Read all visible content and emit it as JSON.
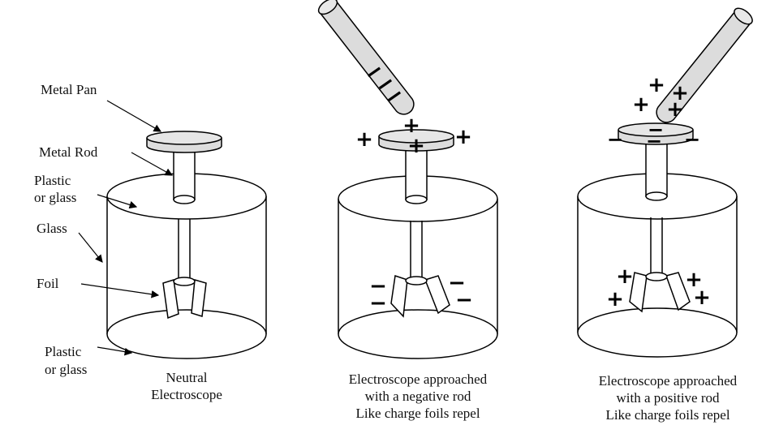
{
  "labels": {
    "metal_pan": "Metal Pan",
    "metal_rod": "Metal Rod",
    "plastic_top": [
      "Plastic",
      "or glass"
    ],
    "glass": "Glass",
    "foil": "Foil",
    "plastic_bottom": [
      "Plastic",
      "or glass"
    ]
  },
  "captions": {
    "neutral": [
      "Neutral",
      "Electroscope"
    ],
    "negative": [
      "Electroscope approached",
      "with a negative rod",
      "Like charge foils repel"
    ],
    "positive": [
      "Electroscope approached",
      "with a positive rod",
      "Like charge foils repel"
    ]
  },
  "signs": {
    "plus": "+",
    "minus": "−"
  }
}
